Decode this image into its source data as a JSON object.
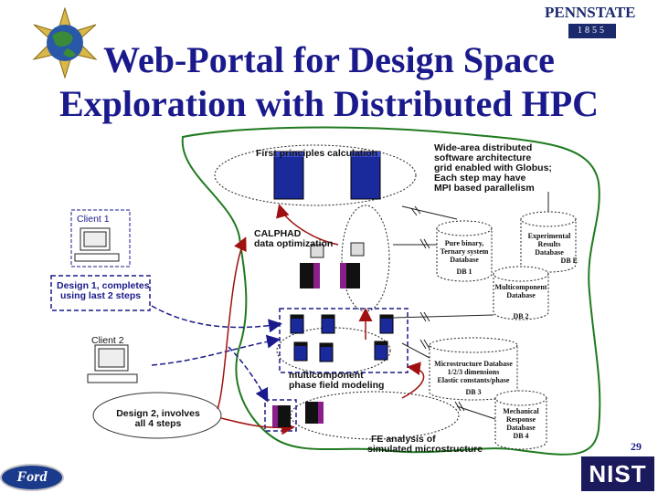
{
  "title": {
    "line1": "Web-Portal for Design Space",
    "line2": "Exploration with Distributed HPC"
  },
  "logos": {
    "pennstate": "PENNSTATE",
    "pennstate_year": "1855",
    "ford": "Ford",
    "nist": "NIST"
  },
  "diagram": {
    "first_principles": "First principles calculation",
    "wide_area": [
      "Wide-area distributed",
      "software architecture",
      "grid enabled with  Globus;",
      "Each step may have",
      "MPI based parallelism"
    ],
    "calphad": [
      "CALPHAD",
      "data optimization"
    ],
    "client1": "Client 1",
    "client2": "Client 2",
    "design1": [
      "Design 1, completes",
      "using last 2 steps"
    ],
    "design2": [
      "Design 2, involves",
      "all 4 steps"
    ],
    "multicomponent_phase": [
      "multicomponent",
      "phase field modeling"
    ],
    "fe_analysis": [
      "FE analysis of",
      "simulated microstructure"
    ],
    "db1": [
      "Pure binary,",
      "Ternary system",
      "Database",
      "DB 1"
    ],
    "dbe": [
      "Experimental",
      "Results",
      "Database",
      "DB E"
    ],
    "db2": [
      "Multicomponent",
      "Database",
      "DB 2"
    ],
    "db3": [
      "Microstructure Database",
      "1/2/3 dimensions",
      "Elastic constants/phase",
      "DB 3"
    ],
    "db4": [
      "Mechanical",
      "Response",
      "Database",
      "DB 4"
    ]
  },
  "slide_number": "29",
  "colors": {
    "title": "#1a1a8c",
    "grid_outline": "#1f7a1f",
    "arrow_red": "#a01010",
    "dashed_blue": "#1a1a8c",
    "server_blue": "#1b2a9a",
    "server_purple": "#8a1f8a"
  }
}
